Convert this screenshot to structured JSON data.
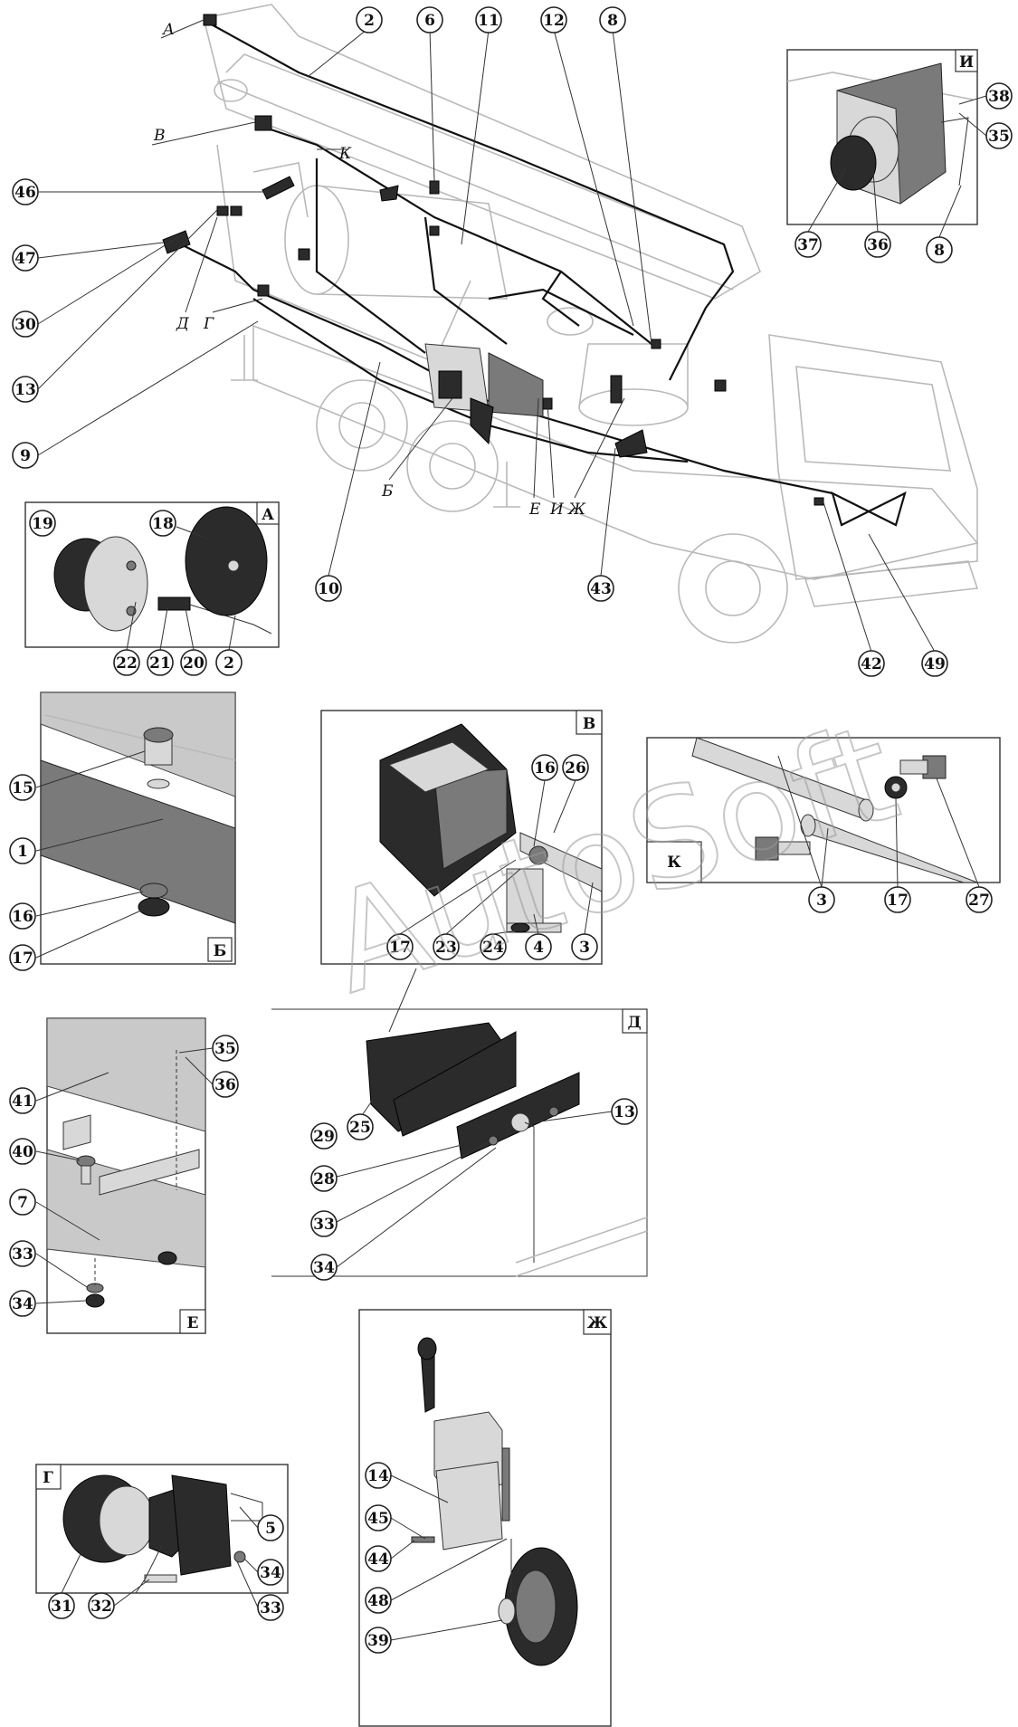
{
  "watermark": "AutoSoft",
  "main_view": {
    "callouts": [
      "2",
      "6",
      "11",
      "12",
      "8",
      "46",
      "47",
      "30",
      "13",
      "9",
      "10",
      "43",
      "42",
      "49"
    ],
    "view_letters": [
      "А",
      "В",
      "К",
      "Д",
      "Г",
      "Б",
      "Е",
      "И",
      "Ж"
    ]
  },
  "panels": {
    "A": {
      "tag": "А",
      "callouts": [
        "19",
        "18",
        "22",
        "21",
        "20",
        "2"
      ]
    },
    "I": {
      "tag": "И",
      "callouts": [
        "38",
        "35",
        "37",
        "36",
        "8"
      ]
    },
    "B": {
      "tag": "Б",
      "callouts": [
        "15",
        "1",
        "16",
        "17"
      ]
    },
    "V": {
      "tag": "В",
      "callouts": [
        "16",
        "26",
        "17",
        "23",
        "24",
        "4",
        "3"
      ]
    },
    "K": {
      "tag": "К",
      "callouts": [
        "3",
        "17",
        "27"
      ]
    },
    "D": {
      "tag": "Д",
      "callouts": [
        "13",
        "29",
        "25",
        "28",
        "33",
        "34"
      ]
    },
    "E": {
      "tag": "Е",
      "callouts": [
        "35",
        "36",
        "41",
        "40",
        "7",
        "33",
        "34"
      ]
    },
    "G": {
      "tag": "Г",
      "callouts": [
        "5",
        "34",
        "31",
        "32",
        "33"
      ]
    },
    "ZH": {
      "tag": "Ж",
      "callouts": [
        "14",
        "45",
        "44",
        "48",
        "39"
      ]
    }
  }
}
